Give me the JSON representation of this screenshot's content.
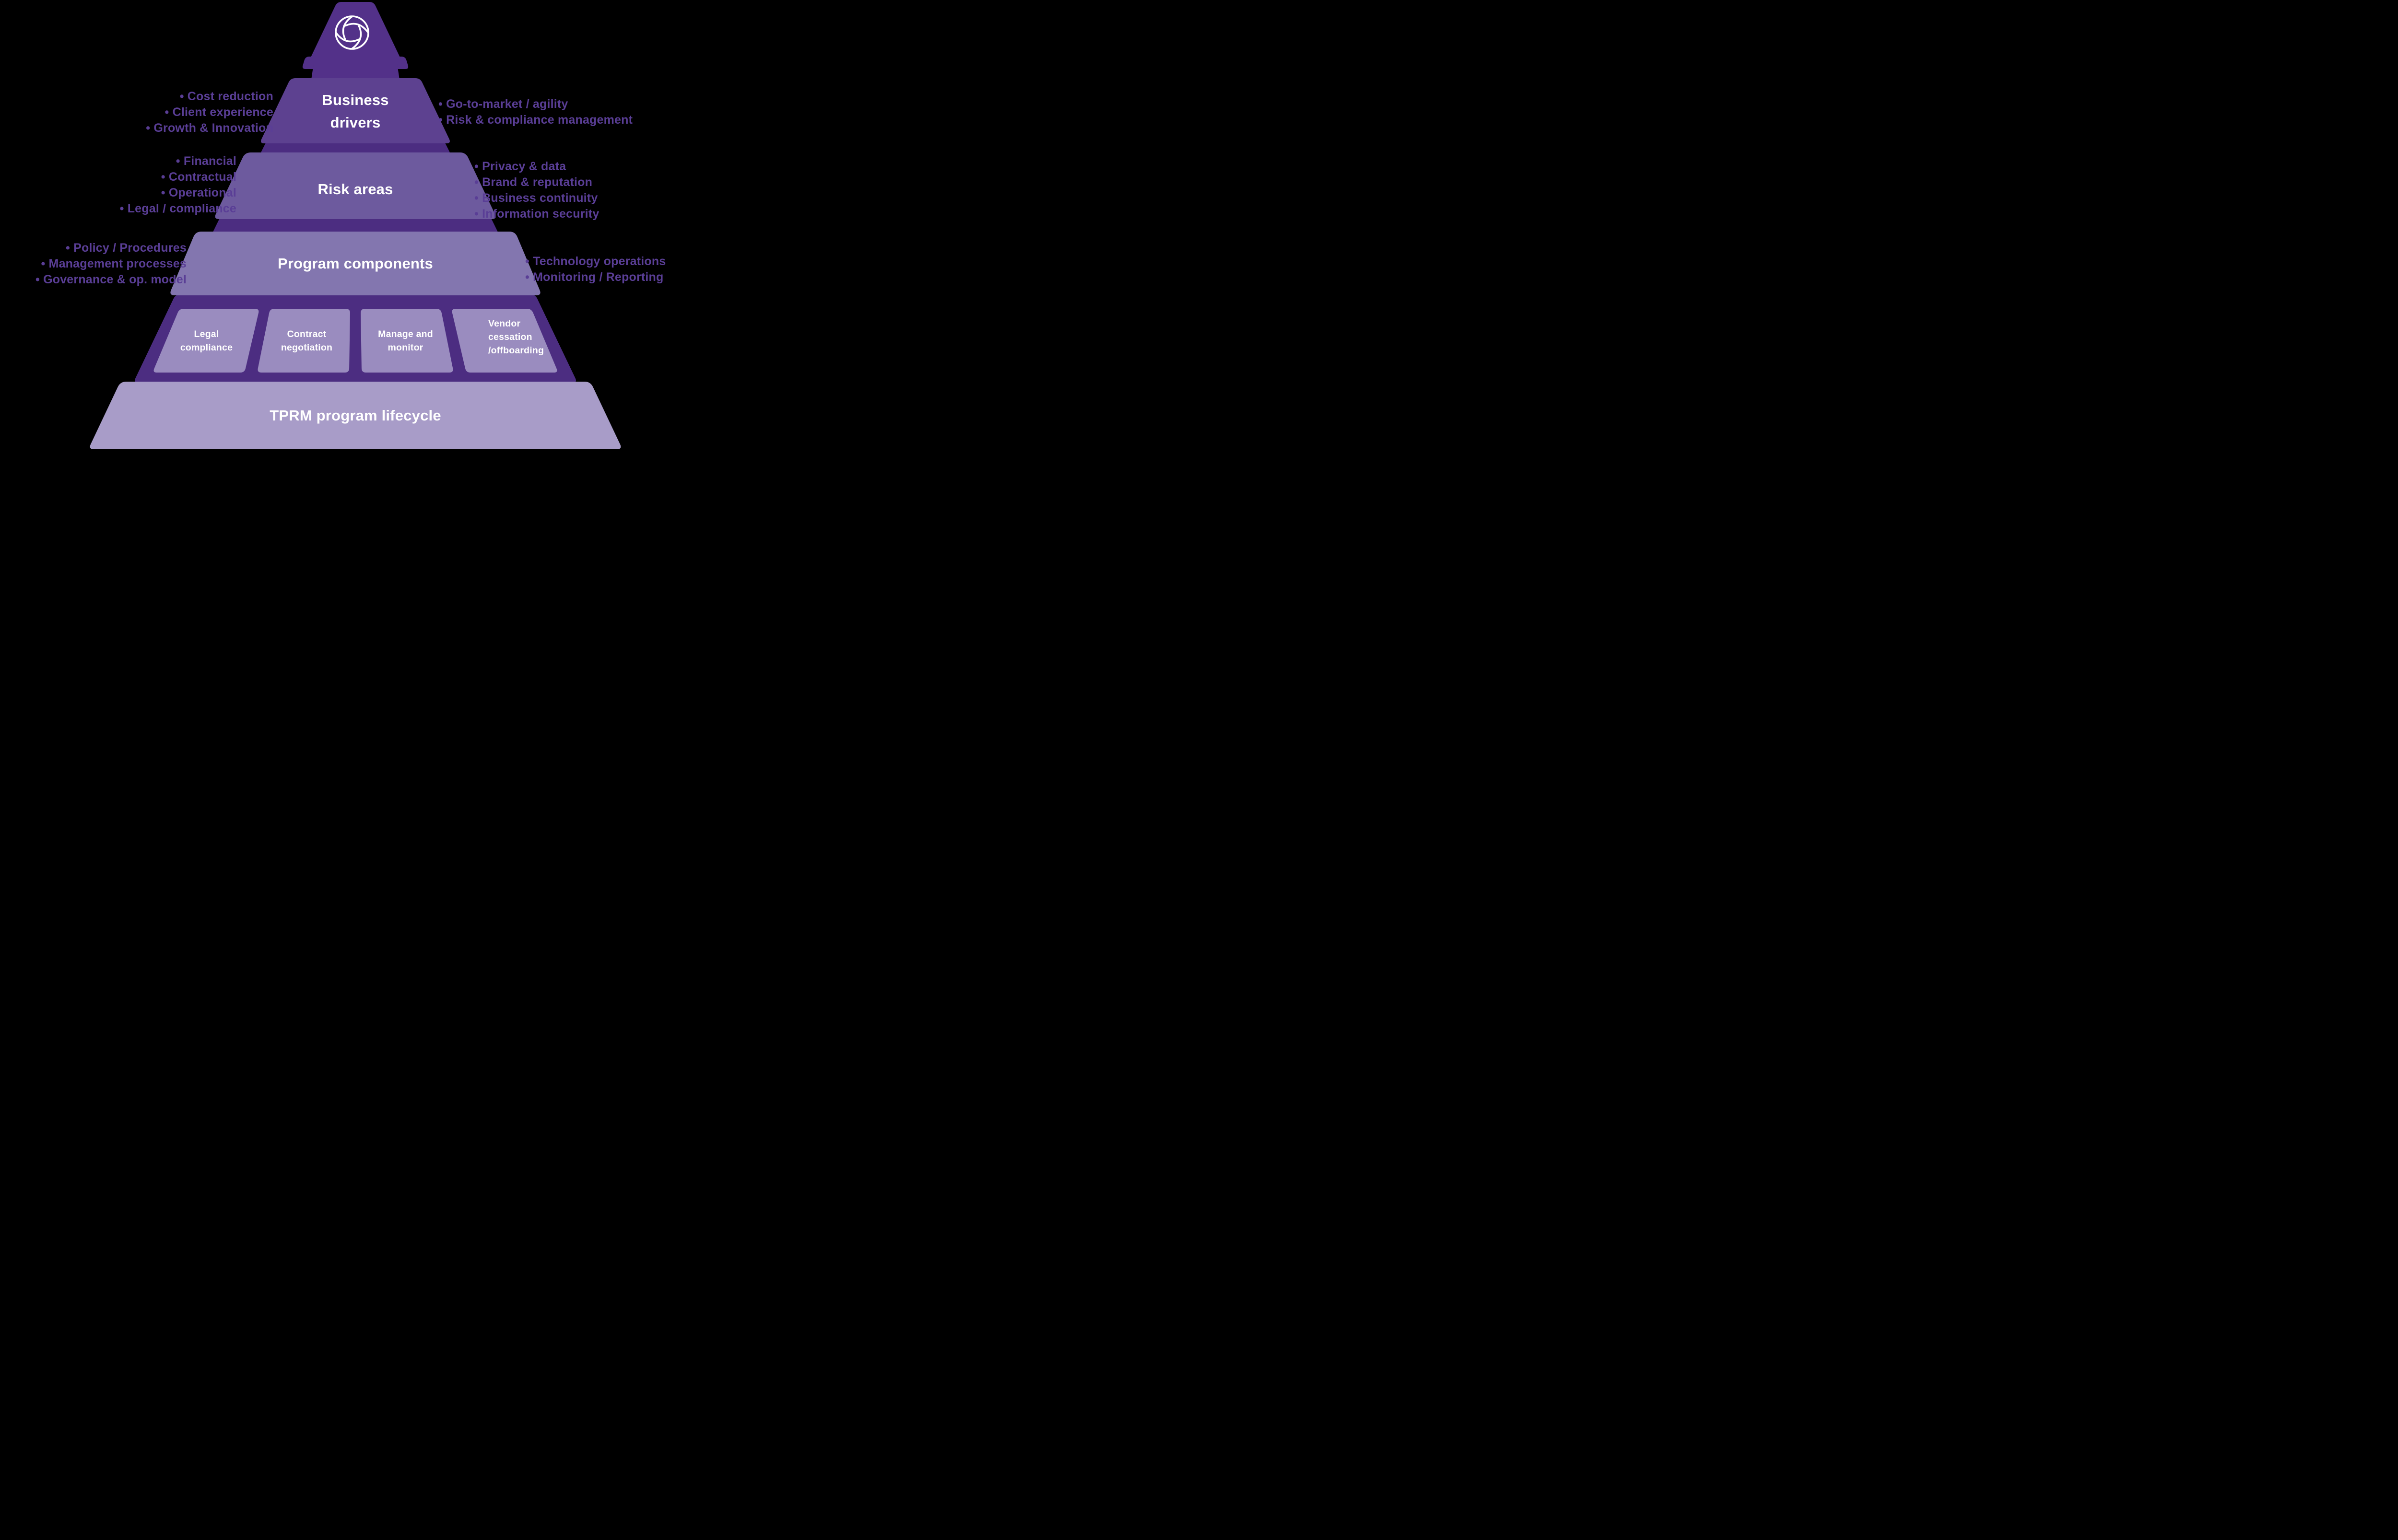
{
  "colors": {
    "background": "#000000",
    "pyramid_top": "#533189",
    "connector": "#4C2D81",
    "level_business_drivers": "#5D4190",
    "level_risk_areas": "#6D5A9E",
    "level_program_components": "#8376AF",
    "stage_box": "#9A8CBF",
    "level_lifecycle": "#A89CC8",
    "annotation_text": "#5A3E96",
    "level_text": "#FFFFFF",
    "logo_stroke": "#FFFFFF"
  },
  "logo": {
    "name": "swirl-logo"
  },
  "levels": [
    {
      "id": "business-drivers",
      "label": "Business\ndrivers"
    },
    {
      "id": "risk-areas",
      "label": "Risk areas"
    },
    {
      "id": "program-components",
      "label": "Program components"
    },
    {
      "id": "tprm-program-lifecycle",
      "label": "TPRM program lifecycle"
    }
  ],
  "stages": [
    {
      "label": "Legal\ncompliance"
    },
    {
      "label": "Contract\nnegotiation"
    },
    {
      "label": "Manage and\nmonitor"
    },
    {
      "label": "Vendor\ncessation\n/offboarding"
    }
  ],
  "annotations": {
    "bullet": "•",
    "groups": [
      {
        "id": "business-drivers-left",
        "items": [
          "Cost reduction",
          "Client experience",
          "Growth & Innovation"
        ]
      },
      {
        "id": "business-drivers-right",
        "items": [
          "Go-to-market / agility",
          "Risk & compliance management"
        ]
      },
      {
        "id": "risk-areas-left",
        "items": [
          "Financial",
          "Contractual",
          "Operational",
          "Legal / compliance"
        ]
      },
      {
        "id": "risk-areas-right",
        "items": [
          "Privacy & data",
          "Brand & reputation",
          "Business continuity",
          "Information security"
        ]
      },
      {
        "id": "program-components-left",
        "items": [
          "Policy / Procedures",
          "Management processes",
          "Governance & op. model"
        ]
      },
      {
        "id": "program-components-right",
        "items": [
          "Technology operations",
          "Monitoring / Reporting"
        ]
      }
    ]
  }
}
